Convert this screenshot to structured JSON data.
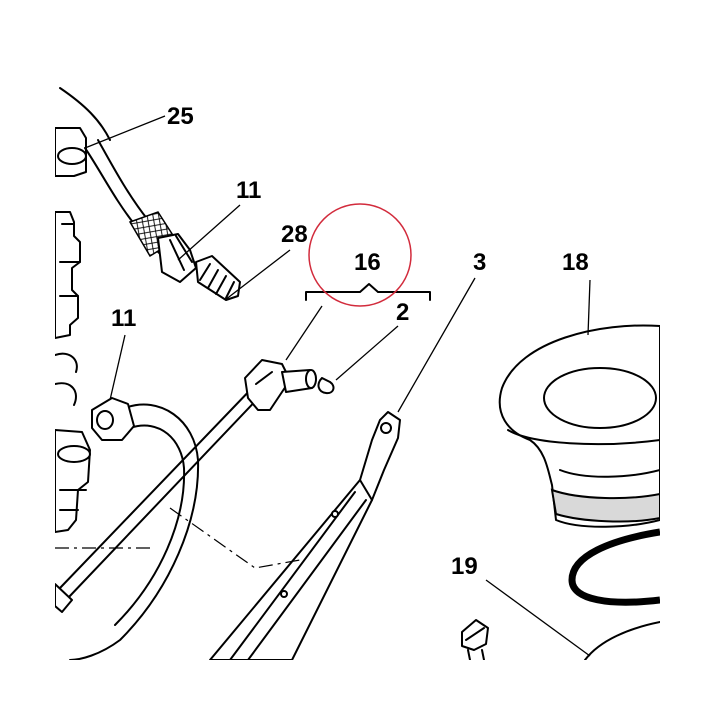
{
  "callouts": {
    "c25": "25",
    "c11a": "11",
    "c28": "28",
    "c16": "16",
    "c3": "3",
    "c18": "18",
    "c11b": "11",
    "c2": "2",
    "c19": "19"
  },
  "highlight": {
    "color": "#d22b3c",
    "target": "16"
  }
}
